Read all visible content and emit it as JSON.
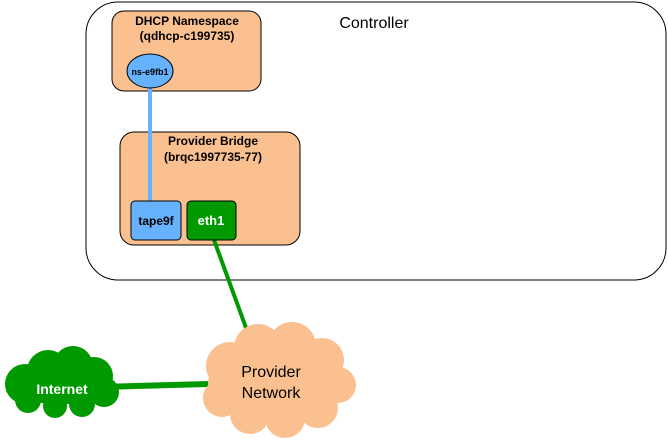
{
  "controller": {
    "label": "Controller"
  },
  "dhcp_namespace": {
    "title": "DHCP Namespace",
    "subtitle": "(qdhcp-c199735)",
    "interface_label": "ns-e9fb1"
  },
  "provider_bridge": {
    "title": "Provider Bridge",
    "subtitle": "(brqc1997735-77)",
    "tap_label": "tape9f",
    "eth_label": "eth1"
  },
  "internet": {
    "label": "Internet"
  },
  "provider_network": {
    "label_line1": "Provider",
    "label_line2": "Network"
  },
  "colors": {
    "container_border": "#000000",
    "box_fill": "#FAC090",
    "blue": "#66B2FF",
    "green": "#009900",
    "cloud_orange": "#FAC090"
  }
}
